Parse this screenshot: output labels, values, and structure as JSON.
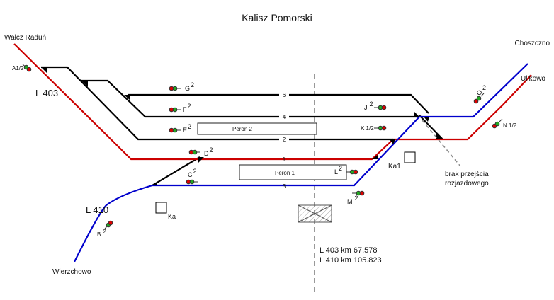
{
  "title": "Kalisz Pomorski",
  "colors": {
    "line_403": "#cc0000",
    "line_410": "#0000cc",
    "station_track": "#000000",
    "axis": "#999999",
    "signal_red": "#dd0000",
    "signal_green": "#22aa22"
  },
  "destinations": {
    "walcz": "Wałcz Raduń",
    "choszczno": "Choszczno",
    "ulikowo": "Ulikowo",
    "wierzchowo": "Wierzchowo"
  },
  "lines": {
    "l403": "L 403",
    "l410": "L 410"
  },
  "tracks": [
    "6",
    "4",
    "2",
    "1",
    "3"
  ],
  "platforms": {
    "p1": "Peron 1",
    "p2": "Peron 2"
  },
  "signals": {
    "a": {
      "letter": "A1/2",
      "sup": ""
    },
    "b": {
      "letter": "B",
      "sup": "2"
    },
    "c": {
      "letter": "C",
      "sup": "2"
    },
    "d": {
      "letter": "D",
      "sup": "2"
    },
    "e": {
      "letter": "E",
      "sup": "2"
    },
    "f": {
      "letter": "F",
      "sup": "2"
    },
    "g": {
      "letter": "G",
      "sup": "2"
    },
    "j": {
      "letter": "J",
      "sup": "2"
    },
    "k": {
      "letter": "K 1/2",
      "sup": ""
    },
    "l": {
      "letter": "L",
      "sup": "2"
    },
    "m": {
      "letter": "M",
      "sup": "2"
    },
    "n": {
      "letter": "N 1/2",
      "sup": ""
    },
    "o": {
      "letter": "O",
      "sup": "2"
    }
  },
  "posts": {
    "ka": "Ka",
    "ka1": "Ka1"
  },
  "note": {
    "line1": "brak przejścia",
    "line2": "rozjazdowego"
  },
  "km": {
    "line1": "L 403 km 67.578",
    "line2": "L 410 km 105.823"
  }
}
